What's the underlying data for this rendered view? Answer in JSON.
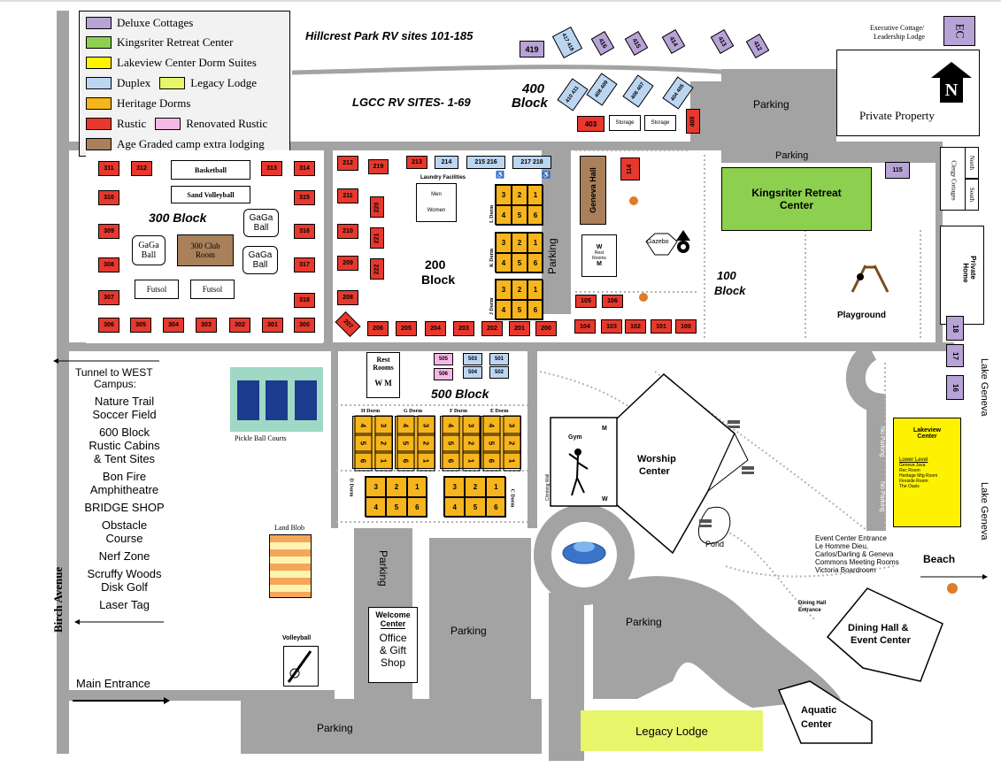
{
  "legend": {
    "deluxe": "Deluxe Cottages",
    "kingsriter": "Kingsriter Retreat Center",
    "lakeview": "Lakeview Center Dorm Suites",
    "duplex": "Duplex",
    "legacy": "Legacy Lodge",
    "heritage": "Heritage Dorms",
    "rustic": "Rustic",
    "renovated": "Renovated Rustic",
    "age_graded": "Age Graded camp extra lodging",
    "colors": {
      "deluxe": "#b7a3d6",
      "kingsriter": "#8dcf4f",
      "lakeview": "#fff200",
      "duplex": "#bcd6f2",
      "legacy": "#e6f56a",
      "heritage": "#f6b51d",
      "rustic": "#e8382d",
      "renovated": "#f4b8e6",
      "age_graded": "#a9805a"
    }
  },
  "titles": {
    "hillcrest": "Hillcrest Park RV sites 101-185",
    "lgcc": "LGCC RV SITES- 1-69",
    "block400a": "400",
    "block400b": "Block",
    "block300": "300 Block",
    "block200a": "200",
    "block200b": "Block",
    "block100a": "100",
    "block100b": "Block",
    "block500": "500 Block",
    "exec_a": "Executive Cottage/",
    "exec_b": "Leadership Lodge",
    "ec": "EC",
    "private_property": "Private Property",
    "north_arrow": "N",
    "north_cottage": "North",
    "south_cottage": "South",
    "clergy": "Clergy Cottages",
    "private_home_a": "Private",
    "private_home_b": "Home",
    "lake_geneva": "Lake Geneva",
    "birch": "Birch Avenue",
    "main_entrance": "Main Entrance",
    "beach": "Beach"
  },
  "west": {
    "tunnel_a": "Tunnel to WEST",
    "tunnel_b": "Campus:",
    "items": [
      "Nature Trail",
      "Soccer Field",
      "600 Block",
      "Rustic Cabins",
      "& Tent Sites",
      "Bon Fire",
      "Amphitheatre",
      "BRIDGE SHOP",
      "Obstacle",
      "Course",
      "Nerf Zone",
      "Scruffy Woods",
      "Disk Golf",
      "Laser Tag"
    ]
  },
  "places": {
    "parking": "Parking",
    "storage": "Storage",
    "basketball": "Basketball",
    "sand_volleyball": "Sand Volleyball",
    "gaga": "GaGa",
    "ball": "Ball",
    "club_a": "300 Club",
    "club_b": "Room",
    "futsol": "Futsol",
    "laundry": "Laundry Facilities",
    "men": "Men",
    "women": "Women",
    "geneva_hall": "Geneva Hall",
    "gazebo": "Gazebo",
    "w": "W",
    "m": "M",
    "rest": "Rest",
    "rooms": "Rooms",
    "kingsriter_a": "Kingsriter Retreat",
    "kingsriter_b": "Center",
    "playground": "Playground",
    "pickleball": "Pickle Ball Courts",
    "land_blob": "Land Blob",
    "volleyball": "Volleyball",
    "welcome_a": "Welcome",
    "welcome_b": "Center",
    "office_a": "Office",
    "office_b": "& Gift",
    "office_c": "Shop",
    "gym": "Gym",
    "climbing": "Climbing Wall",
    "worship_a": "Worship",
    "worship_b": "Center",
    "pond": "Pond",
    "no_parking": "No Parking",
    "lakeview_a": "Lakeview",
    "lakeview_b": "Center",
    "lower_level": "Lower Level",
    "lower_items": [
      "Geneva Java",
      "Rec Room",
      "Heritage Mtg Room",
      "Fireside Room",
      "The Oasis"
    ],
    "event_entrance": "Event Center Entrance",
    "event_items": [
      "Le Homme Dieu,",
      "Carlos/Darling & Geneva",
      "Commons Meeting Rooms",
      "Victoria Boardroom"
    ],
    "dining_entrance_a": "Dining Hall",
    "dining_entrance_b": "Entrance",
    "dining_a": "Dining Hall &",
    "dining_b": "Event Center",
    "aquatic_a": "Aquatic",
    "aquatic_b": "Center",
    "legacy_lodge": "Legacy Lodge",
    "l_dorm": "L Dorm",
    "k_dorm": "K Dorm",
    "j_dorm": "J Dorm",
    "h_dorm": "H Dorm",
    "g_dorm": "G Dorm",
    "f_dorm": "F Dorm",
    "e_dorm": "E Dorm",
    "d_dorm": "D Dorm",
    "c_dorm": "C Dorm"
  },
  "units": {
    "rv_row": [
      "419",
      "417 418",
      "416",
      "415",
      "414",
      "413",
      "412"
    ],
    "rv_lower": [
      "410 411",
      "408 409",
      "406 407",
      "404 405"
    ],
    "u403": "403",
    "u400": "400",
    "u300_top": [
      "311",
      "312",
      "313",
      "314"
    ],
    "u300_left": [
      "310",
      "309",
      "308",
      "307"
    ],
    "u300_right": [
      "315",
      "316",
      "317",
      "318"
    ],
    "u300_bottom": [
      "306",
      "305",
      "304",
      "303",
      "302",
      "301",
      "300"
    ],
    "u200_left": [
      "212",
      "211",
      "210",
      "209",
      "208",
      "207"
    ],
    "u200_mid": [
      "219",
      "220",
      "221",
      "222"
    ],
    "u200_bottom": [
      "206",
      "205",
      "204",
      "203",
      "202",
      "201",
      "200"
    ],
    "u213": "213",
    "u200_duplex": [
      "214",
      "215 216",
      "217 218"
    ],
    "u114": "114",
    "u100": [
      "105",
      "106",
      "104",
      "103",
      "102",
      "101",
      "100"
    ],
    "u115": "115",
    "u500": [
      "505",
      "506",
      "503",
      "504",
      "501",
      "502"
    ],
    "deluxe_right": [
      "18",
      "17",
      "16"
    ],
    "dorm_cells": [
      "3",
      "2",
      "1",
      "4",
      "5",
      "6"
    ]
  }
}
